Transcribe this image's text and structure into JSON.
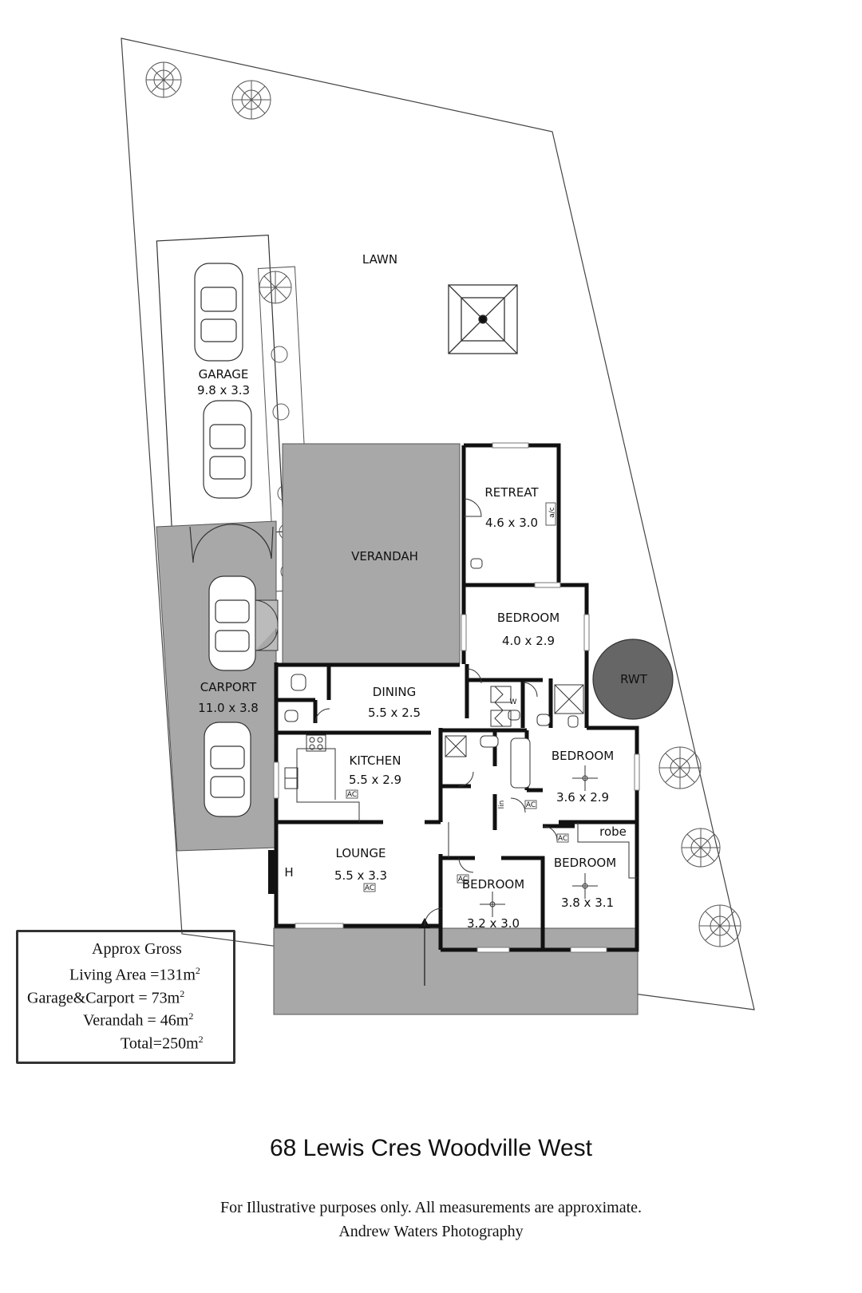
{
  "rooms": {
    "lawn": "LAWN",
    "garage": {
      "name": "GARAGE",
      "size": "9.8 x 3.3"
    },
    "carport": {
      "name": "CARPORT",
      "size": "11.0 x 3.8"
    },
    "verandah": "VERANDAH",
    "retreat": {
      "name": "RETREAT",
      "size": "4.6 x 3.0"
    },
    "bedroom1": {
      "name": "BEDROOM",
      "size": "4.0 x 2.9"
    },
    "rwt": "RWT",
    "dining": {
      "name": "DINING",
      "size": "5.5 x 2.5"
    },
    "kitchen": {
      "name": "KITCHEN",
      "size": "5.5 x 2.9"
    },
    "bedroom2": {
      "name": "BEDROOM",
      "size": "3.6 x 2.9"
    },
    "robe": "robe",
    "lounge": {
      "name": "LOUNGE",
      "size": "5.5 x 3.3"
    },
    "bedroom3": {
      "name": "BEDROOM",
      "size": "3.2 x 3.0"
    },
    "bedroom4": {
      "name": "BEDROOM",
      "size": "3.8 x 3.1"
    }
  },
  "markers": {
    "ac": "AC",
    "ac_wall": "a/c",
    "heater": "H",
    "linen": "lin",
    "washer": "W"
  },
  "summary": {
    "title": "Approx Gross",
    "living": "Living Area =131m",
    "garage_carport": "Garage&Carport =  73m",
    "verandah": "Verandah =  46m",
    "total": "Total=250m",
    "sup": "2"
  },
  "address": "68 Lewis Cres Woodville West",
  "disclaimer": "For Illustrative purposes only.  All measurements are approximate.",
  "credit": "Andrew Waters Photography"
}
